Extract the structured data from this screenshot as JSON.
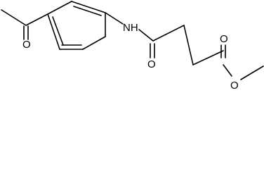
{
  "molecule": {
    "atom_labels": {
      "acetyl_oxygen": "O",
      "amide_nitrogen": "NH",
      "amide_oxygen": "O",
      "ester_carbonyl_oxygen": "O",
      "ester_ether_oxygen": "O"
    }
  },
  "colors": {
    "bond": "#000000",
    "label": "#000000",
    "background": "#ffffff"
  }
}
